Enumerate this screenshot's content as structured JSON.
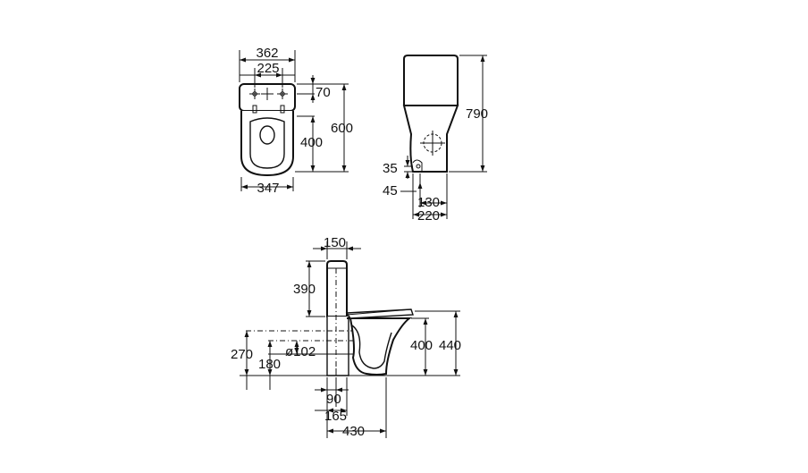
{
  "top_view": {
    "width_overall": "362",
    "width_cistern": "225",
    "hole_offset": "70",
    "length_overall": "600",
    "length_bowl": "400",
    "width_bowl": "347"
  },
  "front_view": {
    "height_overall": "790",
    "outlet_height": "35",
    "fixing_height": "45",
    "fixing_spacing": "130",
    "base_width": "220"
  },
  "side_view": {
    "cistern_depth": "150",
    "cistern_height": "390",
    "seat_height": "400",
    "rim_height": "440",
    "inlet_height": "270",
    "outlet_center_height": "180",
    "outlet_diameter": "ø102",
    "outlet_offset": "90",
    "outlet_to_wall": "165",
    "projection": "430"
  }
}
